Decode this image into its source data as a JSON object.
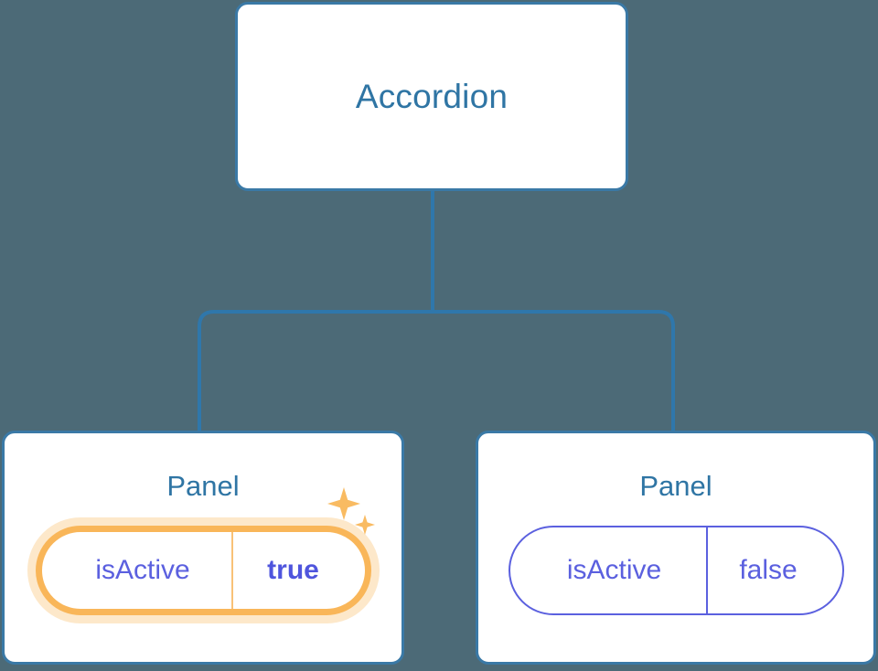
{
  "diagram": {
    "type": "component-tree",
    "background_color": "#4c6a77",
    "node_border_color": "#3a79a6",
    "node_title_color": "#2f75a4",
    "connector_color": "#2f77ab",
    "prop_color": "#5b60df",
    "highlight_color": "#f9b659",
    "highlight_glow_color": "#fbdcaf",
    "sparkle_color": "#f9bb62"
  },
  "root": {
    "title": "Accordion"
  },
  "children": [
    {
      "title": "Panel",
      "prop": {
        "key": "isActive",
        "value": "true"
      },
      "highlighted": true,
      "sparkle_icon": "sparkles-icon"
    },
    {
      "title": "Panel",
      "prop": {
        "key": "isActive",
        "value": "false"
      },
      "highlighted": false
    }
  ]
}
